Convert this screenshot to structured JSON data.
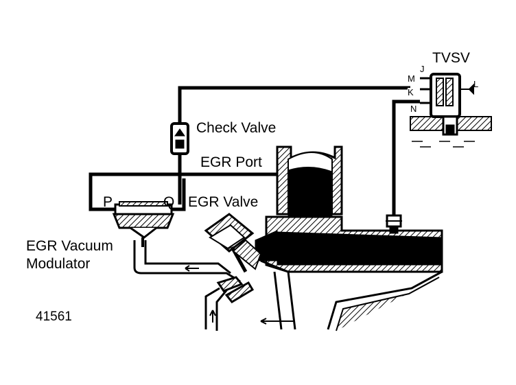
{
  "labels": {
    "tvsv": "TVSV",
    "port_j": "J",
    "port_m": "M",
    "port_k": "K",
    "port_l": "L",
    "port_n": "N",
    "check_valve": "Check Valve",
    "egr_port": "EGR Port",
    "port_p": "P",
    "port_q": "Q",
    "egr_valve": "EGR Valve",
    "egr_vacuum_modulator_line1": "EGR Vacuum",
    "egr_vacuum_modulator_line2": "Modulator",
    "figure_number": "41561"
  },
  "colors": {
    "ink": "#000000",
    "paper": "#ffffff"
  }
}
